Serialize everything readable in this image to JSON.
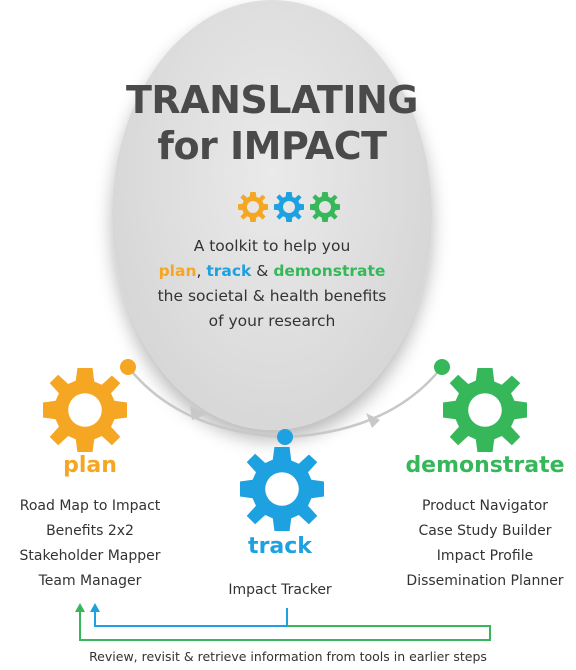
{
  "title": {
    "line1": "TRANSLATING",
    "line2": "for IMPACT"
  },
  "tagline": {
    "line1": "A toolkit to help you",
    "plan": "plan",
    "comma": ", ",
    "track": "track",
    "amp": " & ",
    "demonstrate": "demonstrate",
    "line3": "the societal & health benefits",
    "line4": "of your research"
  },
  "stages": {
    "plan": {
      "label": "plan",
      "tools": [
        "Road Map to Impact",
        "Benefits 2x2",
        "Stakeholder Mapper",
        "Team Manager"
      ]
    },
    "track": {
      "label": "track",
      "tools": [
        "Impact Tracker"
      ]
    },
    "demonstrate": {
      "label": "demonstrate",
      "tools": [
        "Product Navigator",
        "Case Study Builder",
        "Impact Profile",
        "Dissemination Planner"
      ]
    }
  },
  "footer": "Review, revisit & retrieve information from tools in earlier steps",
  "colors": {
    "plan": "#f5a623",
    "track": "#1da1e0",
    "demonstrate": "#36b85a",
    "arrow": "#c8c8c8",
    "title": "#4a4a4a"
  },
  "icons": [
    "gear-icon",
    "arrow-icon"
  ]
}
